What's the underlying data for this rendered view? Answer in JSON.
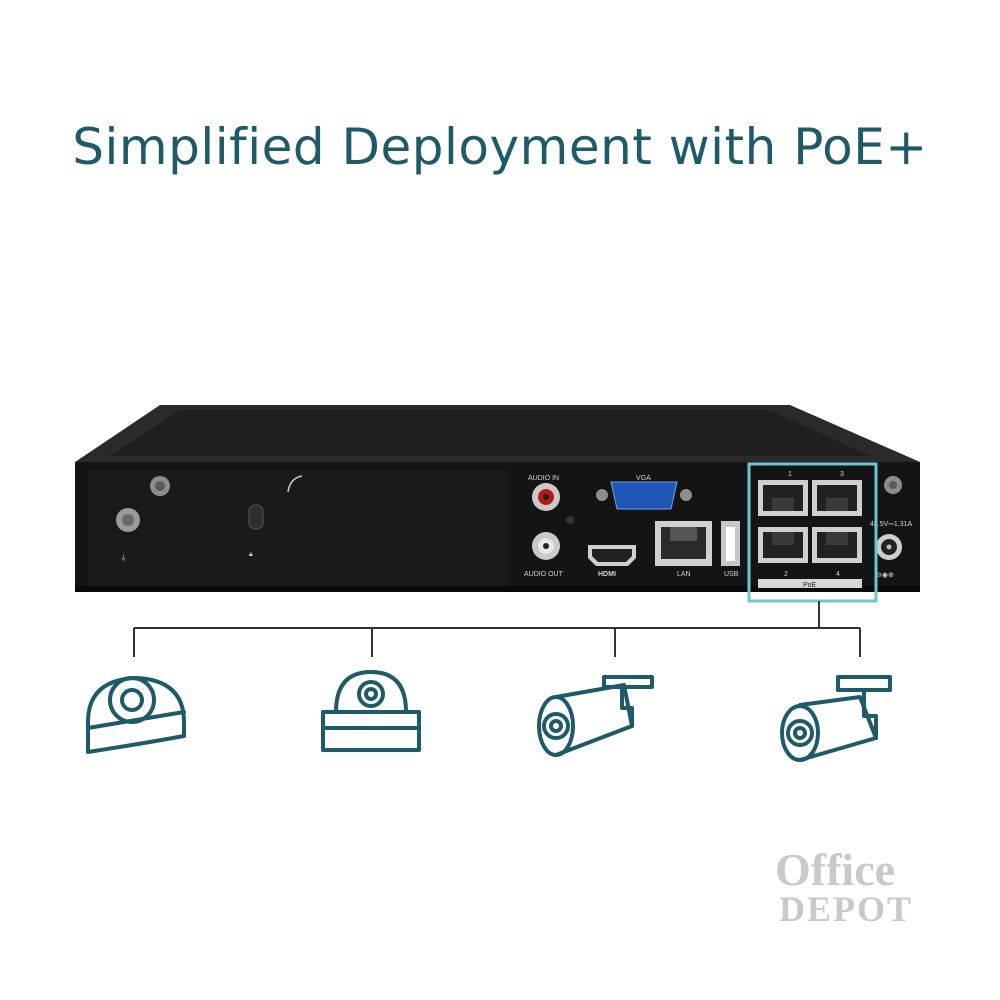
{
  "headline": "Simplified Deployment with PoE+",
  "device": {
    "port_labels": {
      "audio_in": "AUDIO IN",
      "audio_out": "AUDIO OUT",
      "vga": "VGA",
      "hdmi": "HDMI",
      "lan": "LAN",
      "usb": "USB",
      "poe": "PoE",
      "power": "48.5V⎓1.31A"
    },
    "poe_port_numbers": [
      "1",
      "3",
      "2",
      "4"
    ]
  },
  "cameras": [
    {
      "icon": "dome-camera-icon"
    },
    {
      "icon": "ceiling-dome-camera-icon"
    },
    {
      "icon": "bullet-camera-icon"
    },
    {
      "icon": "bullet-camera-icon"
    }
  ],
  "colors": {
    "accent": "#1f5a68",
    "highlight": "#6ec6d0",
    "device": "#171717"
  },
  "watermark": {
    "line1": "Office",
    "line2": "DEPOT"
  }
}
